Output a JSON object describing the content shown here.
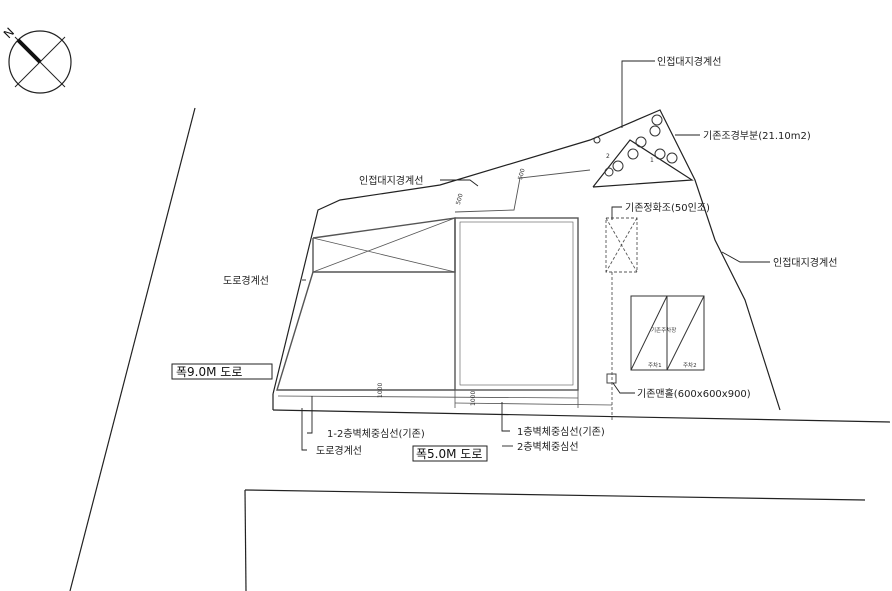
{
  "compass": {
    "north_label": "N"
  },
  "labels": {
    "adjacent_boundary_top": "인접대지경계선",
    "adjacent_boundary_left": "인접대지경계선",
    "adjacent_boundary_right": "인접대지경계선",
    "existing_landscape": "기존조경부분(21.10m2)",
    "existing_septic": "기존정화조(50인조)",
    "road_boundary_upper": "도로경계선",
    "road_boundary_lower": "도로경계선",
    "road_9m": "폭9.0M 도로",
    "road_5m": "폭5.0M 도로",
    "existing_manhole": "기존맨홀(600x600x900)",
    "wall_center_1_2_existing": "1-2층벽체중심선(기존)",
    "wall_center_1_existing": "1층벽체중심선(기존)",
    "wall_center_2": "2층벽체중심선"
  },
  "dimensions": {
    "d_top_1": "500",
    "d_top_2": "500",
    "d_left": "1000",
    "d_bottom": "1000"
  },
  "landscape_marks": {
    "m1": "1",
    "m2": "2"
  },
  "parking": {
    "title": "기존주차장",
    "slot1": "주차1",
    "slot2": "주차2"
  }
}
